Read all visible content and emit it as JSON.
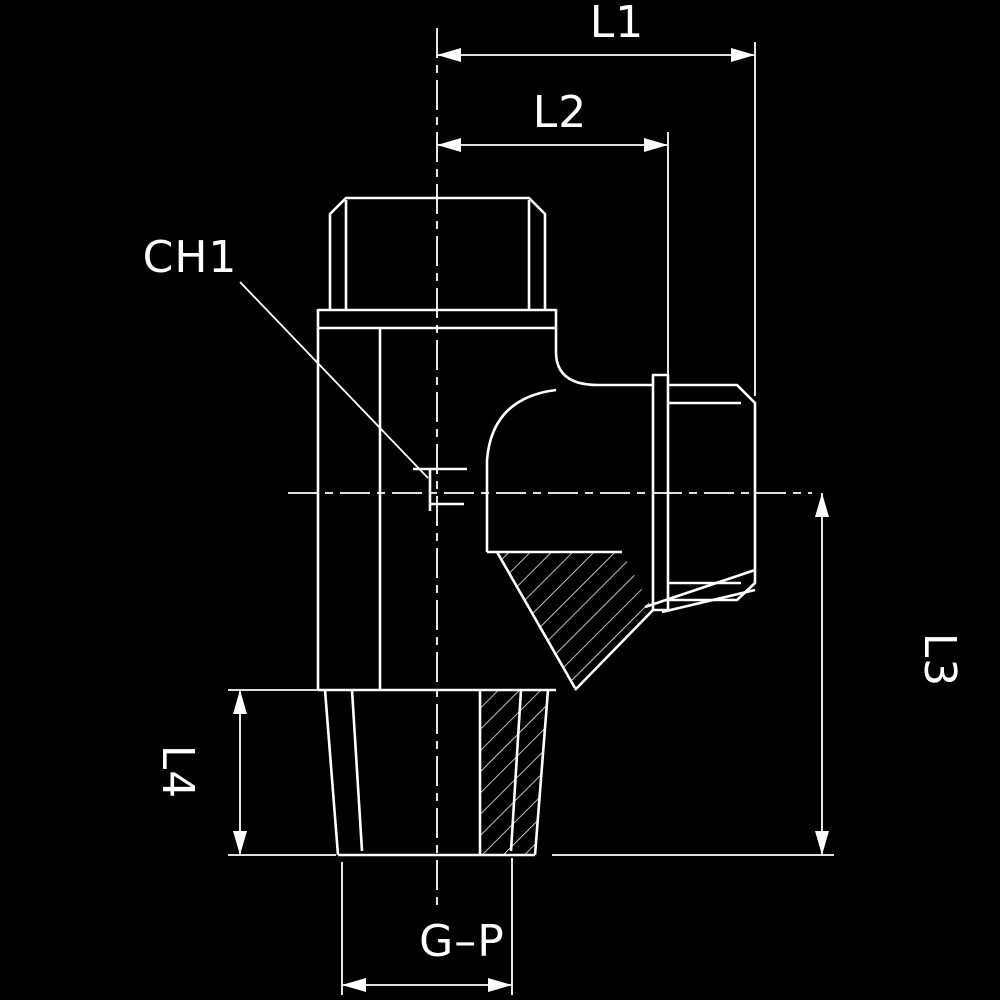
{
  "drawing": {
    "background_color": "#000000",
    "line_color": "#ffffff",
    "dimension_labels": {
      "l1": "L1",
      "l2": "L2",
      "ch1": "CH1",
      "l3": "L3",
      "l4": "L4",
      "gp": "G–P"
    }
  }
}
